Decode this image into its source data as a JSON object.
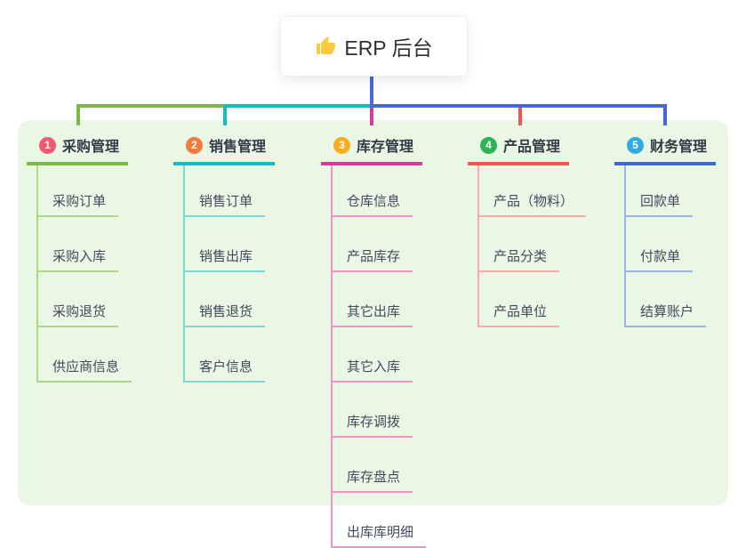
{
  "root": {
    "title": "ERP 后台",
    "icon": "thumbs-up-icon",
    "icon_color": "#FFC83D"
  },
  "panel_background": "#EBF7E5",
  "root_connector_color": "#4A68D8",
  "branches": [
    {
      "badge": "1",
      "badge_color": "#F4586E",
      "title": "采购管理",
      "line_color": "#7CB847",
      "child_line_color": "#ABD787",
      "children": [
        "采购订单",
        "采购入库",
        "采购退货",
        "供应商信息"
      ]
    },
    {
      "badge": "2",
      "badge_color": "#F47A3C",
      "title": "销售管理",
      "line_color": "#16BCC1",
      "child_line_color": "#7FD8D8",
      "children": [
        "销售订单",
        "销售出库",
        "销售退货",
        "客户信息"
      ]
    },
    {
      "badge": "3",
      "badge_color": "#F9AD21",
      "title": "库存管理",
      "line_color": "#D53A9C",
      "child_line_color": "#F092C9",
      "children": [
        "仓库信息",
        "产品库存",
        "其它出库",
        "其它入库",
        "库存调拨",
        "库存盘点",
        "出库库明细"
      ]
    },
    {
      "badge": "4",
      "badge_color": "#2EB457",
      "title": "产品管理",
      "line_color": "#F4534F",
      "child_line_color": "#F9A9A6",
      "children": [
        "产品（物料）",
        "产品分类",
        "产品单位"
      ]
    },
    {
      "badge": "5",
      "badge_color": "#31ACE3",
      "title": "财务管理",
      "line_color": "#4467D2",
      "child_line_color": "#9FB2E6",
      "children": [
        "回款单",
        "付款单",
        "结算账户"
      ]
    }
  ]
}
